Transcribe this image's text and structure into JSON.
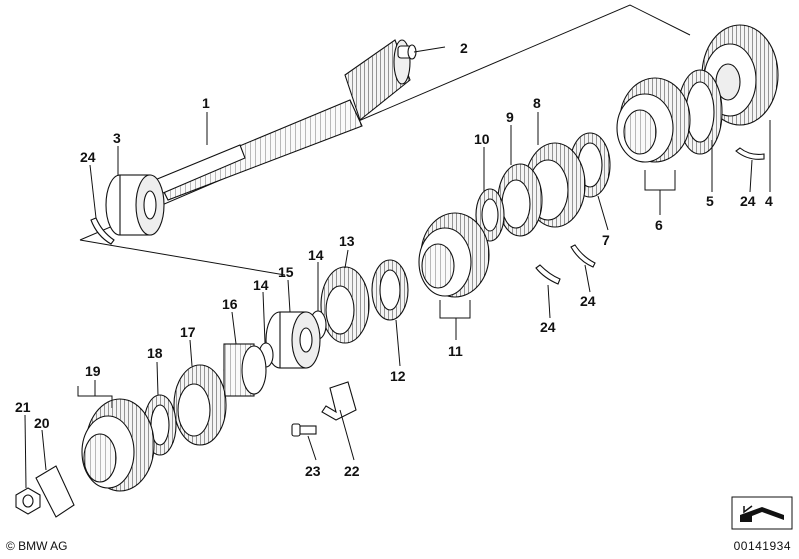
{
  "callouts": {
    "c1": "1",
    "c2": "2",
    "c3": "3",
    "c4": "4",
    "c5": "5",
    "c6": "6",
    "c7": "7",
    "c8": "8",
    "c9": "9",
    "c10": "10",
    "c11": "11",
    "c12": "12",
    "c13": "13",
    "c14a": "14",
    "c14b": "14",
    "c15": "15",
    "c16": "16",
    "c17": "17",
    "c18": "18",
    "c19": "19",
    "c20": "20",
    "c21": "21",
    "c22": "22",
    "c23": "23",
    "c24a": "24",
    "c24b": "24",
    "c24c": "24",
    "c24d": "24"
  },
  "footer": {
    "copyright": "© BMW AG",
    "doc_id": "00141934"
  },
  "icons": {
    "logo_mark": "copyright-icon",
    "corner": "direction-arrow-icon"
  }
}
